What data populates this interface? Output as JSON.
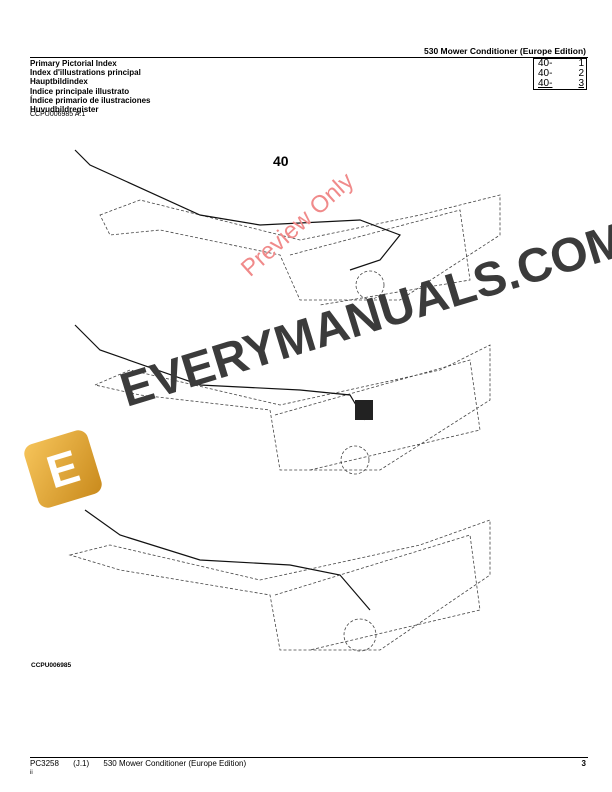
{
  "header": {
    "title": "530 Mower Conditioner (Europe Edition)"
  },
  "titles": [
    "Primary Pictorial Index",
    "Index d'illustrations principal",
    "Hauptbildindex",
    "Indice principale illustrato",
    "Índice primario de ilustraciones",
    "Huvudbildregister"
  ],
  "index_box": [
    {
      "section": "40-",
      "page": "1"
    },
    {
      "section": "40-",
      "page": "2"
    },
    {
      "section": "40-",
      "page": "3"
    }
  ],
  "figure": {
    "ref_top": "CCPU006985 A.1",
    "number": "40",
    "ref_bottom": "CCPU006985"
  },
  "watermark": {
    "text": "EVERYMANUALS.COM",
    "preview": "Preview Only",
    "logo_letter": "E"
  },
  "footer": {
    "code": "PC3258",
    "revision": "(J.1)",
    "title": "530 Mower Conditioner (Europe Edition)",
    "page": "3",
    "sub": "ii"
  }
}
